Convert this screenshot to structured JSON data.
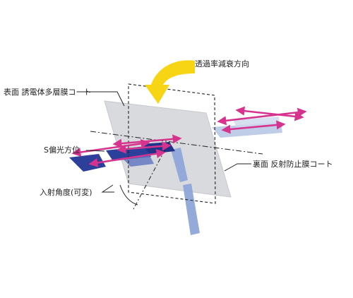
{
  "labels": {
    "transmittance": "透過率減衰方向",
    "front_coating": "表面 誘電体多層膜コート",
    "s_polarization": "S偏光方位",
    "back_coating": "裏面 反射防止膜コート",
    "incidence_angle": "入射角度(可変)"
  },
  "colors": {
    "plate": "#d9dadd",
    "arrow_magenta": "#d6338f",
    "beam_dark": "#2c3f9a",
    "beam_light": "#9fb3dc",
    "curved_arrow": "#f7d515",
    "line": "#222222"
  },
  "icons": {
    "curved_arrow": "curved-arrow-icon"
  }
}
